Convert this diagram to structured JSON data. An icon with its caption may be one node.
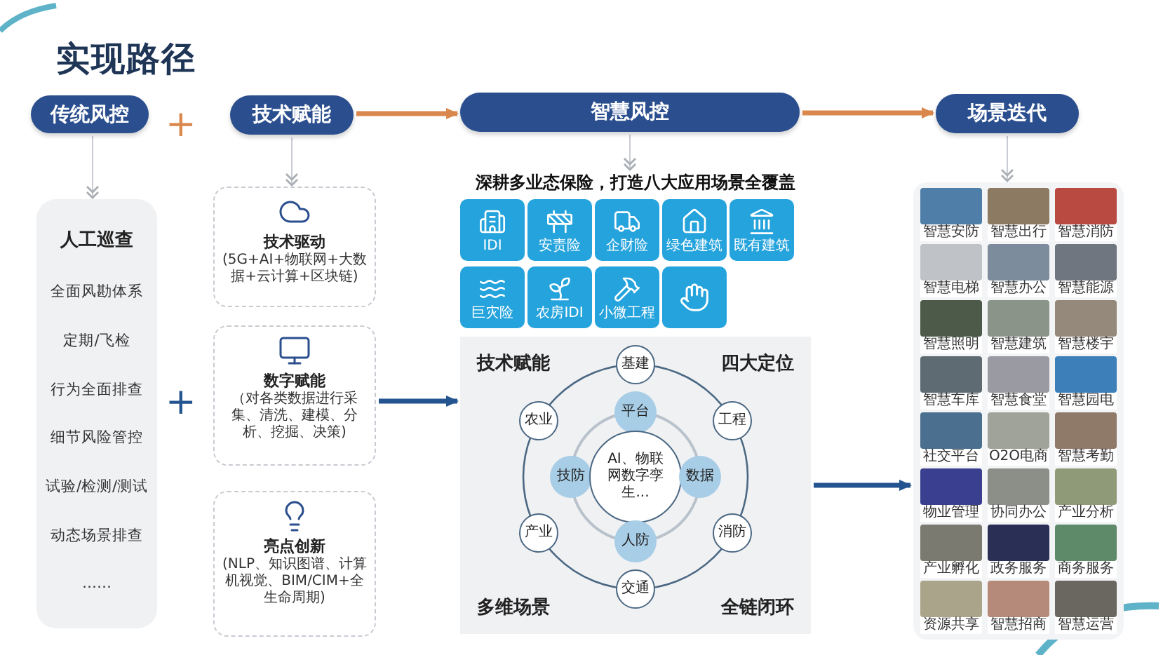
{
  "diagram": {
    "title": "实现路径",
    "nodes": [
      {
        "text": [
          "传统风控"
        ]
      },
      {
        "text": [
          "人工巡查",
          "全面风勘体系",
          "定期/飞检",
          "行为全面排查",
          "细节风险管控",
          "试验/检测/测试",
          "动态场景排查",
          "……"
        ]
      },
      {
        "text": [
          "技术赋能"
        ]
      },
      {
        "text": [
          "技术驱动",
          "(5G+AI+物联网+大数据+云计算+区块链)"
        ]
      },
      {
        "text": [
          "数字赋能",
          "（对各类数据进行采集、清洗、建模、分析、挖掘、决策)"
        ]
      },
      {
        "text": [
          "亮点创新",
          "(NLP、知识图谱、计算机视觉、BIM/CIM+全生命周期)"
        ]
      },
      {
        "text": [
          "智慧风控"
        ]
      },
      {
        "text": [
          "深耕多业态保险，打造八大应用场景全覆盖"
        ]
      },
      {
        "text": [
          "IDI"
        ]
      },
      {
        "text": [
          "安责险"
        ]
      },
      {
        "text": [
          "企财险"
        ]
      },
      {
        "text": [
          "绿色建筑"
        ]
      },
      {
        "text": [
          "既有建筑"
        ]
      },
      {
        "text": [
          "巨灾险"
        ]
      },
      {
        "text": [
          "农房IDI"
        ]
      },
      {
        "text": [
          "小微工程"
        ]
      },
      {
        "text": [],
        "shape": "box"
      },
      {
        "text": [
          "技术赋能",
          "四大定位",
          "多维场景",
          "全链闭环"
        ]
      },
      {
        "text": [
          "基建"
        ],
        "in": 17
      },
      {
        "text": [
          "农业"
        ],
        "in": 17
      },
      {
        "text": [
          "平台"
        ],
        "in": 17
      },
      {
        "text": [
          "工程"
        ],
        "in": 17
      },
      {
        "text": [
          "技防"
        ],
        "in": 17
      },
      {
        "text": [
          "AI、物联网数字孪生..."
        ],
        "in": 17
      },
      {
        "text": [
          "数据"
        ],
        "in": 17
      },
      {
        "text": [
          "产业"
        ],
        "in": 17
      },
      {
        "text": [
          "消防"
        ],
        "in": 17
      },
      {
        "text": [
          "人防"
        ],
        "in": 17
      },
      {
        "text": [
          "交通"
        ],
        "in": 17
      },
      {
        "text": [
          "场景迭代"
        ]
      },
      {
        "text": [],
        "shape": "box"
      },
      {
        "text": [
          "智慧安防"
        ],
        "in": 30
      },
      {
        "text": [
          "智慧出行"
        ],
        "in": 30
      },
      {
        "text": [
          "智慧消防"
        ],
        "in": 30
      },
      {
        "text": [
          "智慧电梯"
        ],
        "in": 30
      },
      {
        "text": [
          "智慧办公"
        ],
        "in": 30
      },
      {
        "text": [
          "智慧能源"
        ],
        "in": 30
      },
      {
        "text": [
          "智慧照明"
        ],
        "in": 30
      },
      {
        "text": [
          "智慧建筑"
        ],
        "in": 30
      },
      {
        "text": [
          "智慧楼宇"
        ],
        "in": 30
      },
      {
        "text": [
          "智慧车库"
        ],
        "in": 30
      },
      {
        "text": [
          "智慧食堂"
        ],
        "in": 30
      },
      {
        "text": [
          "智慧园电"
        ],
        "in": 30
      },
      {
        "text": [
          "社交平台"
        ],
        "in": 30
      },
      {
        "text": [
          "O2O电商"
        ],
        "in": 30
      },
      {
        "text": [
          "智慧考勤"
        ],
        "in": 30
      },
      {
        "text": [
          "物业管理"
        ],
        "in": 30
      },
      {
        "text": [
          "协同办公"
        ],
        "in": 30
      },
      {
        "text": [
          "产业分析"
        ],
        "in": 30
      },
      {
        "text": [
          "产业孵化"
        ],
        "in": 30
      },
      {
        "text": [
          "政务服务"
        ],
        "in": 30
      },
      {
        "text": [
          "商务服务"
        ],
        "in": 30
      },
      {
        "text": [
          "资源共享"
        ],
        "in": 30
      },
      {
        "text": [
          "智慧招商"
        ],
        "in": 30
      },
      {
        "text": [
          "智慧运营"
        ],
        "in": 30
      }
    ],
    "edges": [
      {
        "from": 0,
        "to": 1,
        "arrow": "to"
      },
      {
        "from": 2,
        "to": 3,
        "arrow": "to"
      },
      {
        "from": 6,
        "to": 7,
        "arrow": "to"
      },
      {
        "from": 29,
        "to": 30,
        "arrow": "to"
      },
      {
        "from": 2,
        "to": 6,
        "arrow": "to",
        "style": "thick",
        "color": "#d9874c"
      },
      {
        "from": 6,
        "to": 29,
        "arrow": "to",
        "style": "thick",
        "color": "#d9874c"
      },
      {
        "from": 4,
        "to": 17,
        "arrow": "to",
        "style": "thick",
        "color": "#24548f"
      },
      {
        "from": 17,
        "to": 30,
        "arrow": "to",
        "style": "thick",
        "color": "#24548f"
      }
    ],
    "labels": [
      "+",
      "+"
    ]
  }
}
